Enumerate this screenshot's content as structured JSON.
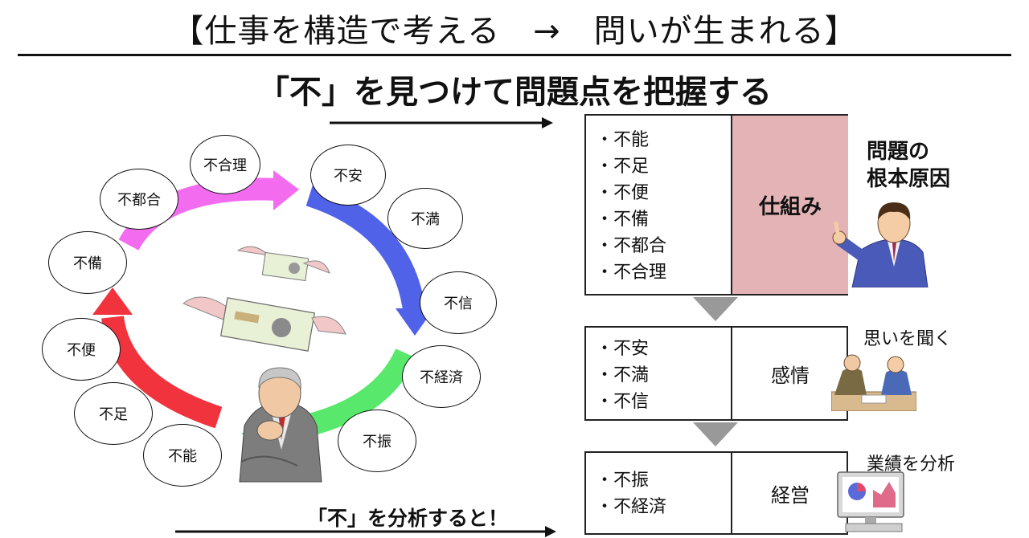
{
  "header": {
    "title": "【仕事を構造で考える　→　問いが生まれる】",
    "subtitle": "「不」を見つけて問題点を把握する"
  },
  "cycle": {
    "bubbles": [
      "不合理",
      "不安",
      "不都合",
      "不満",
      "不備",
      "不信",
      "不便",
      "不経済",
      "不足",
      "不振",
      "不能"
    ],
    "arrow_colors": {
      "pink": "#f36cf0",
      "blue": "#4f62e8",
      "green": "#58e86c",
      "red": "#f0333d"
    }
  },
  "rows": [
    {
      "items": [
        "・不能",
        "・不足",
        "・不便",
        "・不備",
        "・不都合",
        "・不合理"
      ],
      "label": "仕組み",
      "label_bg": "#e3b3b5"
    },
    {
      "items": [
        "・不安",
        "・不満",
        "・不信"
      ],
      "label": "感情",
      "label_bg": "#ffffff"
    },
    {
      "items": [
        "・不振",
        "・不経済"
      ],
      "label": "経営",
      "label_bg": "#ffffff"
    }
  ],
  "side_labels": {
    "root_cause_line1": "問題の",
    "root_cause_line2": "根本原因",
    "listen": "思いを聞く",
    "analyze": "業績を分析"
  },
  "bottom_label": "「不」を分析すると！",
  "icons": [
    "banknote-wings-icon",
    "worried-old-man-icon",
    "pointing-man-icon",
    "meeting-icon",
    "computer-chart-icon",
    "down-triangle-icon"
  ]
}
